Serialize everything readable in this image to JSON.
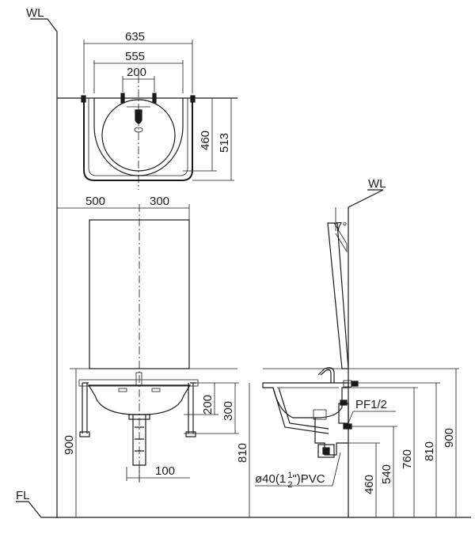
{
  "labels": {
    "wall_line_top": "WL",
    "wall_line_side": "WL",
    "floor_line": "FL",
    "angle": "7°",
    "supply": "PF1/2",
    "drain_prefix": "ø40(1",
    "drain_whole": "1",
    "drain_num": "1",
    "drain_den": "2",
    "drain_suffix": "\")PVC"
  },
  "plan_view": {
    "bracket_width": "635",
    "basin_width": "555",
    "tap_spacing": "200",
    "basin_depth": "460",
    "bracket_depth": "513"
  },
  "front_view": {
    "mirror_left": "500",
    "mirror_right": "300",
    "basin_rim_height": "900",
    "bracket_height": "810",
    "rim_to_drain": "200",
    "rim_to_bracket": "300",
    "trap_offset": "100"
  },
  "side_view": {
    "drain_height": "460",
    "trap_height": "540",
    "supply_height": "760",
    "bracket_height": "810",
    "rim_height": "900"
  }
}
